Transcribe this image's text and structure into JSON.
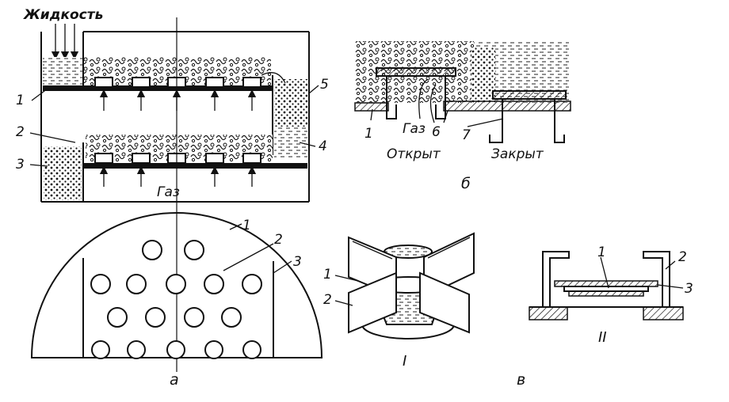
{
  "panel_a": {
    "top_label": "Жидкость",
    "gas_label": "Газ",
    "callouts": [
      "1",
      "2",
      "3",
      "4",
      "5"
    ],
    "plan_callouts": [
      "1",
      "2",
      "3"
    ],
    "caption": "а"
  },
  "panel_b": {
    "gas_label": "Газ",
    "callouts": [
      "1",
      "6",
      "7"
    ],
    "state_open": "Открыт",
    "state_closed": "Закрыт",
    "caption": "б"
  },
  "panel_c": {
    "callouts_I": [
      "1",
      "2"
    ],
    "callouts_II": [
      "1",
      "2",
      "3"
    ],
    "roman_I": "I",
    "roman_II": "II",
    "caption": "в"
  }
}
